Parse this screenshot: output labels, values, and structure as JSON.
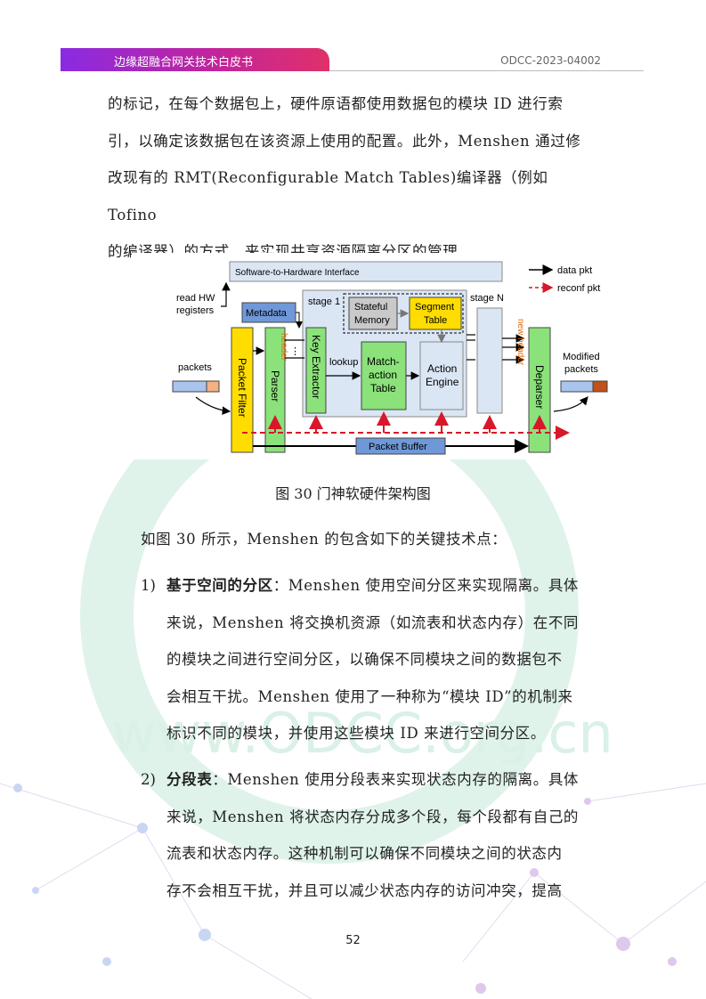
{
  "header": {
    "title": "边缘超融合网关技术白皮书",
    "code": "ODCC-2023-04002"
  },
  "intro_lines": [
    "的标记，在每个数据包上，硬件原语都使用数据包的模块 ID 进行索",
    "引，以确定该数据包在该资源上使用的配置。此外，Menshen 通过修",
    "改现有的 RMT(Reconfigurable Match Tables)编译器（例如 Tofino",
    "的编译器）的方式，来实现共享资源隔离分区的管理。"
  ],
  "figure": {
    "interface": "Software-to-Hardware Interface",
    "legend_data": "data pkt",
    "legend_reconf": "reconf pkt",
    "read_hw": "read HW",
    "registers": "registers",
    "metadata": "Metadata",
    "stage1": "stage 1",
    "stageN": "stage N",
    "stateful1": "Stateful",
    "stateful2": "Memory",
    "segment1": "Segment",
    "segment2": "Table",
    "packets": "packets",
    "packet_filter": "Packet Filter",
    "parser": "Parser",
    "header": "header",
    "key_extractor": "Key Extractor",
    "lookup": "lookup",
    "match1": "Match-",
    "match2": "action",
    "match3": "Table",
    "action1": "Action",
    "action2": "Engine",
    "new_header": "new header",
    "deparser": "Deparser",
    "modified1": "Modified",
    "modified2": "packets",
    "packet_buffer": "Packet Buffer",
    "colors": {
      "yellow": "#ffdd00",
      "green": "#8be27a",
      "light_blue": "#dbe6f4",
      "blue_box": "#6f98d8",
      "red": "#d8172a",
      "orange": "#e46c0a"
    }
  },
  "caption": "图 30 门神软硬件架构图",
  "lead": "如图 30 所示，Menshen 的包含如下的关键技术点：",
  "items": [
    {
      "num": "1)",
      "title": "基于空间的分区",
      "lines": [
        "：Menshen 使用空间分区来实现隔离。具体",
        "来说，Menshen 将交换机资源（如流表和状态内存）在不同",
        "的模块之间进行空间分区，以确保不同模块之间的数据包不",
        "会相互干扰。Menshen 使用了一种称为“模块 ID”的机制来",
        "标识不同的模块，并使用这些模块 ID 来进行空间分区。"
      ]
    },
    {
      "num": "2)",
      "title": "分段表",
      "lines": [
        "：Menshen 使用分段表来实现状态内存的隔离。具体",
        "来说，Menshen 将状态内存分成多个段，每个段都有自己的",
        "流表和状态内存。这种机制可以确保不同模块之间的状态内",
        "存不会相互干扰，并且可以减少状态内存的访问冲突，提高"
      ]
    }
  ],
  "watermark": "www.ODCC.org.cn",
  "page_number": "52"
}
